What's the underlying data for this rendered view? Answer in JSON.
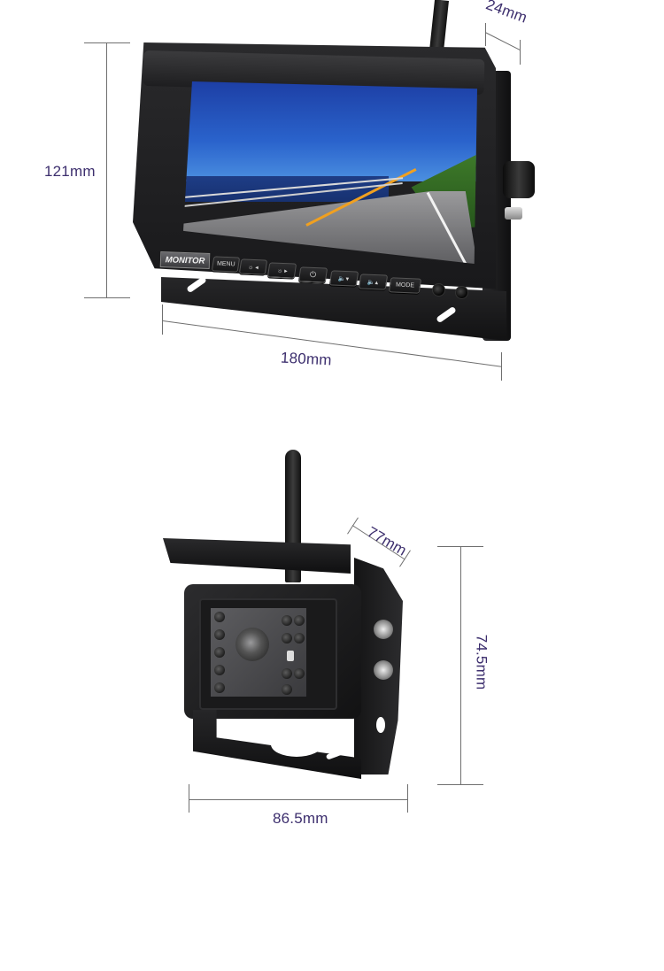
{
  "monitor": {
    "brand_label": "MONITOR",
    "buttons": [
      {
        "id": "menu",
        "label": "MENU"
      },
      {
        "id": "brightness-left",
        "label": "☼ ◂"
      },
      {
        "id": "brightness-right",
        "label": "☼ ▸"
      },
      {
        "id": "power",
        "label": "⏻"
      },
      {
        "id": "volume-down",
        "label": "🔈▾"
      },
      {
        "id": "volume-up",
        "label": "🔈▴"
      },
      {
        "id": "mode",
        "label": "MODE"
      }
    ],
    "dimensions": {
      "height": "121mm",
      "width": "180mm",
      "depth": "24mm"
    }
  },
  "camera": {
    "dimensions": {
      "depth": "77mm",
      "height": "74.5mm",
      "width": "86.5mm"
    }
  },
  "colors": {
    "dimension_text": "#3d2f6e",
    "dimension_line": "#6f6f6f",
    "device_body": "#1e1e20",
    "screen_sky": "#1f4fb8",
    "road_centerline": "#f0a020"
  }
}
